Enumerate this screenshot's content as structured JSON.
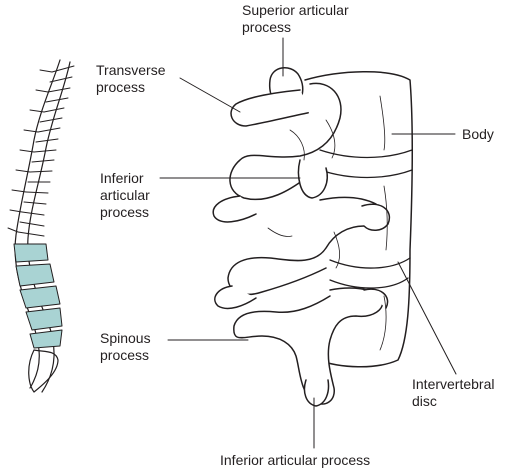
{
  "labels": {
    "superior_articular": [
      "Superior articular",
      "process"
    ],
    "transverse": [
      "Transverse",
      "process"
    ],
    "body": [
      "Body"
    ],
    "inferior_articular": [
      "Inferior",
      "articular",
      "process"
    ],
    "spinous": [
      "Spinous",
      "process"
    ],
    "intervertebral": [
      "Intervertebral",
      "disc"
    ],
    "inferior_articular_bottom": [
      "Inferior articular process"
    ]
  },
  "colors": {
    "line": "#231f20",
    "bone_fill": "#ffffff",
    "highlight": "#a9d3d3",
    "shade": "#c8c8c8"
  }
}
